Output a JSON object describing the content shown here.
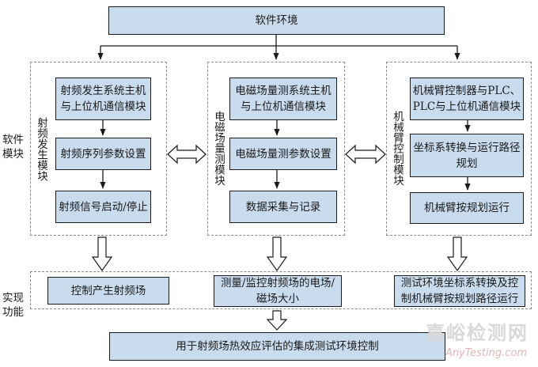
{
  "top": "软件环境",
  "side_labels": {
    "software": "软件\n模块",
    "function": "实现\n功能"
  },
  "modules": [
    {
      "title": "射频发生模块",
      "steps": [
        "射频发生系统主机\n与上位机通信模块",
        "射频序列参数设置",
        "射频信号启动/停止"
      ]
    },
    {
      "title": "电磁场量测模块",
      "steps": [
        "电磁场量测系统主机\n与上位机通信模块",
        "电磁场量测参数设置",
        "数据采集与记录"
      ]
    },
    {
      "title": "机械臂控制模块",
      "steps": [
        "机械臂控制器与PLC、\nPLC与上位机通信模块",
        "坐标系转换与运行路径\n规划",
        "机械臂按规划运行"
      ]
    }
  ],
  "functions": [
    "控制产生射频场",
    "测量/监控射频场的电场/\n磁场大小",
    "测试环境坐标系转换及控\n制机械臂按规划路径运行"
  ],
  "bottom": "用于射频场热效应评估的集成测试环境控制",
  "watermark": {
    "cn": "嘉峪检测网",
    "en": "AnyTesting.com"
  }
}
